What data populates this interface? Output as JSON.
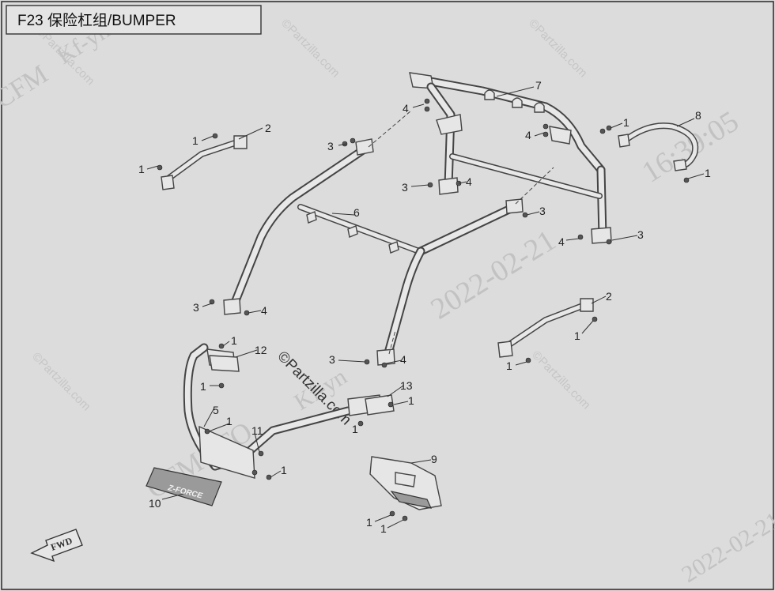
{
  "title": "F23 保险杠组/BUMPER",
  "fwd_label": "FWD",
  "logo_label": "Z-FORCE",
  "watermarks": {
    "partzilla": "©Partzilla.com",
    "date": "2022-02-21",
    "time": "16:39:05",
    "cfmoto": "CFMOTO",
    "cfmoto_short": "CFM",
    "kf": "Kf-yn"
  },
  "callouts": [
    {
      "id": "c-7a",
      "text": "7"
    },
    {
      "id": "c-2a",
      "text": "2"
    },
    {
      "id": "c-1a",
      "text": "1"
    },
    {
      "id": "c-1b",
      "text": "1"
    },
    {
      "id": "c-4a",
      "text": "4"
    },
    {
      "id": "c-3a",
      "text": "3"
    },
    {
      "id": "c-4b",
      "text": "4"
    },
    {
      "id": "c-1c",
      "text": "1"
    },
    {
      "id": "c-8",
      "text": "8"
    },
    {
      "id": "c-1d",
      "text": "1"
    },
    {
      "id": "c-3b",
      "text": "3"
    },
    {
      "id": "c-4c",
      "text": "4"
    },
    {
      "id": "c-6",
      "text": "6"
    },
    {
      "id": "c-3c",
      "text": "3"
    },
    {
      "id": "c-4d",
      "text": "4"
    },
    {
      "id": "c-3d",
      "text": "3"
    },
    {
      "id": "c-3e",
      "text": "3"
    },
    {
      "id": "c-4e",
      "text": "4"
    },
    {
      "id": "c-2b",
      "text": "2"
    },
    {
      "id": "c-1e",
      "text": "1"
    },
    {
      "id": "c-1f",
      "text": "1"
    },
    {
      "id": "c-12",
      "text": "12"
    },
    {
      "id": "c-1g",
      "text": "1"
    },
    {
      "id": "c-1h",
      "text": "1"
    },
    {
      "id": "c-3f",
      "text": "3"
    },
    {
      "id": "c-4f",
      "text": "4"
    },
    {
      "id": "c-13",
      "text": "13"
    },
    {
      "id": "c-1i",
      "text": "1"
    },
    {
      "id": "c-1j",
      "text": "1"
    },
    {
      "id": "c-5",
      "text": "5"
    },
    {
      "id": "c-1k",
      "text": "1"
    },
    {
      "id": "c-11",
      "text": "11"
    },
    {
      "id": "c-1l",
      "text": "1"
    },
    {
      "id": "c-9",
      "text": "9"
    },
    {
      "id": "c-10",
      "text": "10"
    },
    {
      "id": "c-1m",
      "text": "1"
    },
    {
      "id": "c-1n",
      "text": "1"
    }
  ]
}
